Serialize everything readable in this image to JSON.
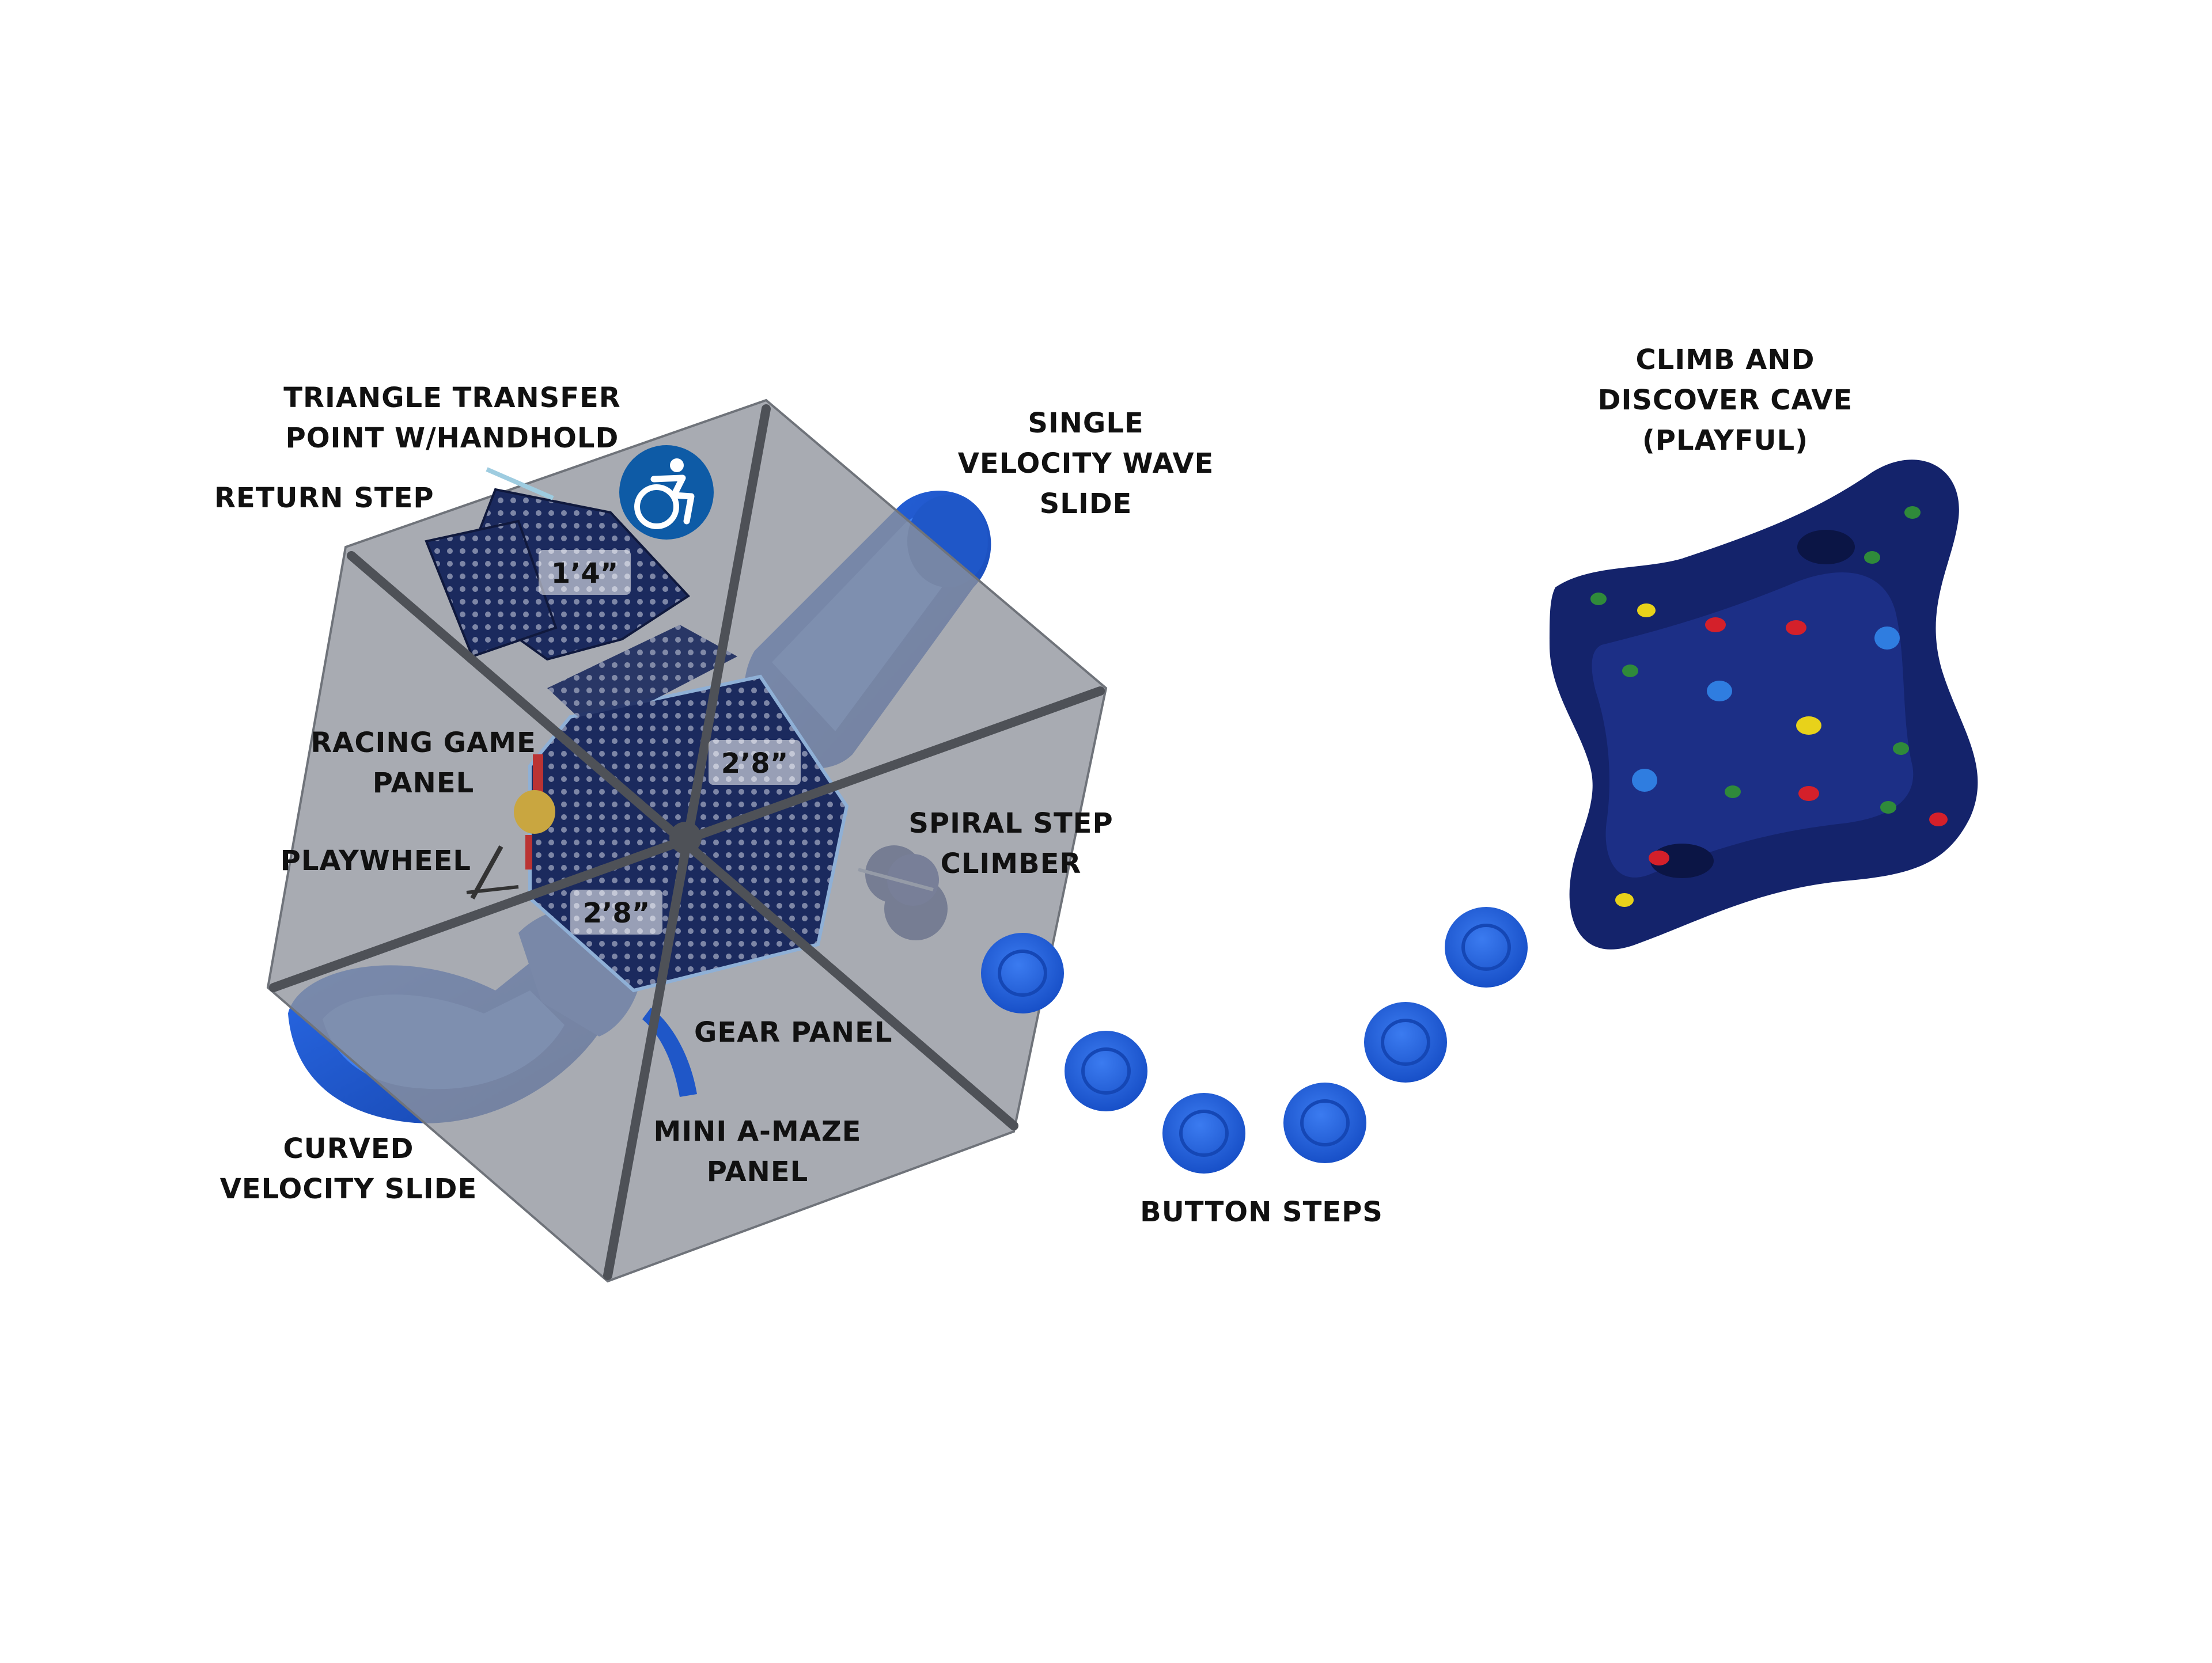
{
  "labels": {
    "triangle_transfer": [
      "TRIANGLE TRANSFER",
      "POINT W/HANDHOLD"
    ],
    "return_step": [
      "RETURN STEP"
    ],
    "single_velocity_wave_slide": [
      "SINGLE",
      "VELOCITY WAVE",
      "SLIDE"
    ],
    "climb_and_discover_cave": [
      "CLIMB AND",
      "DISCOVER CAVE",
      "(PLAYFUL)"
    ],
    "racing_game_panel": [
      "RACING GAME",
      "PANEL"
    ],
    "playwheel": [
      "PLAYWHEEL"
    ],
    "spiral_step_climber": [
      "SPIRAL STEP",
      "CLIMBER"
    ],
    "gear_panel": [
      "GEAR PANEL"
    ],
    "mini_a_maze_panel": [
      "MINI A-MAZE",
      "PANEL"
    ],
    "curved_velocity_slide": [
      "CURVED",
      "VELOCITY SLIDE"
    ],
    "button_steps": [
      "BUTTON STEPS"
    ]
  },
  "dimensions": {
    "return_step_height": "1’4”",
    "deck_upper_height": "2’8”",
    "deck_lower_height": "2’8”"
  },
  "icons": {
    "accessibility": "wheelchair-accessibility-icon"
  },
  "colors": {
    "canopy": "#9a9ea6",
    "deck": "#1b2a5e",
    "slide_blue": "#1f5fd6",
    "cave_navy": "#14236b",
    "accessibility_badge": "#0e5ba6"
  }
}
